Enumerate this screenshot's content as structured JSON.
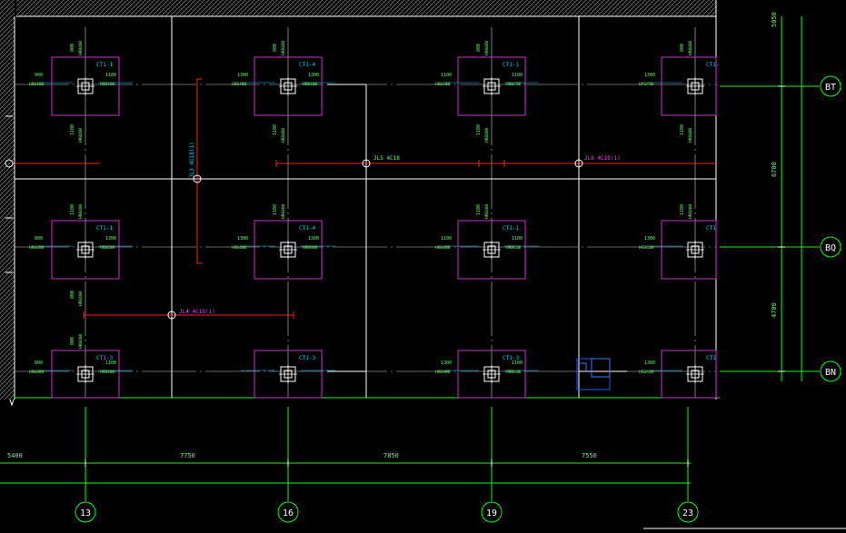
{
  "colors": {
    "background": "#000000",
    "grid_axis": "#00ff00",
    "structure": "#ffffff",
    "cap": "#cc33cc",
    "rebar": "#00ccff",
    "dim_label": "#66ff66",
    "red_line": "#ff2020",
    "magenta_label": "#ff33ff",
    "cursor": "#1f5bff"
  },
  "grid_bubbles": {
    "columns": [
      "13",
      "16",
      "19",
      "23"
    ],
    "rows": [
      "BT",
      "BQ",
      "BN"
    ]
  },
  "bottom_dimensions": [
    "5400",
    "7750",
    "7850",
    "7550"
  ],
  "right_dimensions": [
    "5050",
    "6700",
    "4700"
  ],
  "pile_caps": {
    "row1": [
      {
        "label": "CT1-1",
        "top": "800",
        "top2": "HRB400",
        "left": "900",
        "left2": "HRB400",
        "right": "1100",
        "right2": "HRB400",
        "bottom": "1100",
        "bottom2": "HRB400"
      },
      {
        "label": "CT1-4",
        "top": "800",
        "top2": "HRB400",
        "left": "1300",
        "left2": "HRB400",
        "right": "1300",
        "right2": "HRB400",
        "bottom": "1100",
        "bottom2": "HRB400"
      },
      {
        "label": "CT1-1",
        "top": "800",
        "top2": "HRB400",
        "left": "1100",
        "left2": "HRB400",
        "right": "1100",
        "right2": "HRB400",
        "bottom": "1100",
        "bottom2": "HRB400"
      },
      {
        "label": "CT1-",
        "top": "800",
        "top2": "HRB400",
        "left": "1300",
        "left2": "HRB400",
        "right": "",
        "right2": "",
        "bottom": "1100",
        "bottom2": "HRB400"
      }
    ],
    "row2": [
      {
        "label": "CT1-1",
        "top": "1100",
        "top2": "HRB400",
        "left": "800",
        "left2": "HRB400",
        "right": "1300",
        "right2": "HRB400",
        "bottom": "800",
        "bottom2": "HRB400"
      },
      {
        "label": "CT1-4",
        "top": "1100",
        "top2": "HRB400",
        "left": "1300",
        "left2": "HRB400",
        "right": "1300",
        "right2": "HRB400",
        "bottom": "",
        "bottom2": ""
      },
      {
        "label": "CT1-1",
        "top": "1100",
        "top2": "HRB400",
        "left": "1100",
        "left2": "HRB400",
        "right": "1100",
        "right2": "HRB400",
        "bottom": "",
        "bottom2": ""
      },
      {
        "label": "CT1",
        "top": "1100",
        "top2": "HRB400",
        "left": "1300",
        "left2": "HRB400",
        "right": "",
        "right2": "",
        "bottom": "",
        "bottom2": ""
      }
    ],
    "row3": [
      {
        "label": "CT1-3",
        "top": "800",
        "top2": "HRB400",
        "left": "800",
        "left2": "HRB400",
        "right": "1100",
        "right2": "HRB400"
      },
      {
        "label": "CT1-3",
        "top": "",
        "top2": "",
        "left": "",
        "left2": "",
        "right": "",
        "right2": ""
      },
      {
        "label": "CT1-3",
        "top": "",
        "top2": "",
        "left": "1300",
        "left2": "HRB400",
        "right": "1100",
        "right2": "HRB400"
      },
      {
        "label": "CT1",
        "top": "",
        "top2": "",
        "left": "1300",
        "left2": "HRB400",
        "right": "",
        "right2": ""
      }
    ]
  },
  "beam_labels": {
    "b1": "JL5  4C18",
    "b2": "JL6  4C18(1)",
    "b3": "JL4  4C18(1)",
    "b4": "JL3  4C18(1)"
  }
}
